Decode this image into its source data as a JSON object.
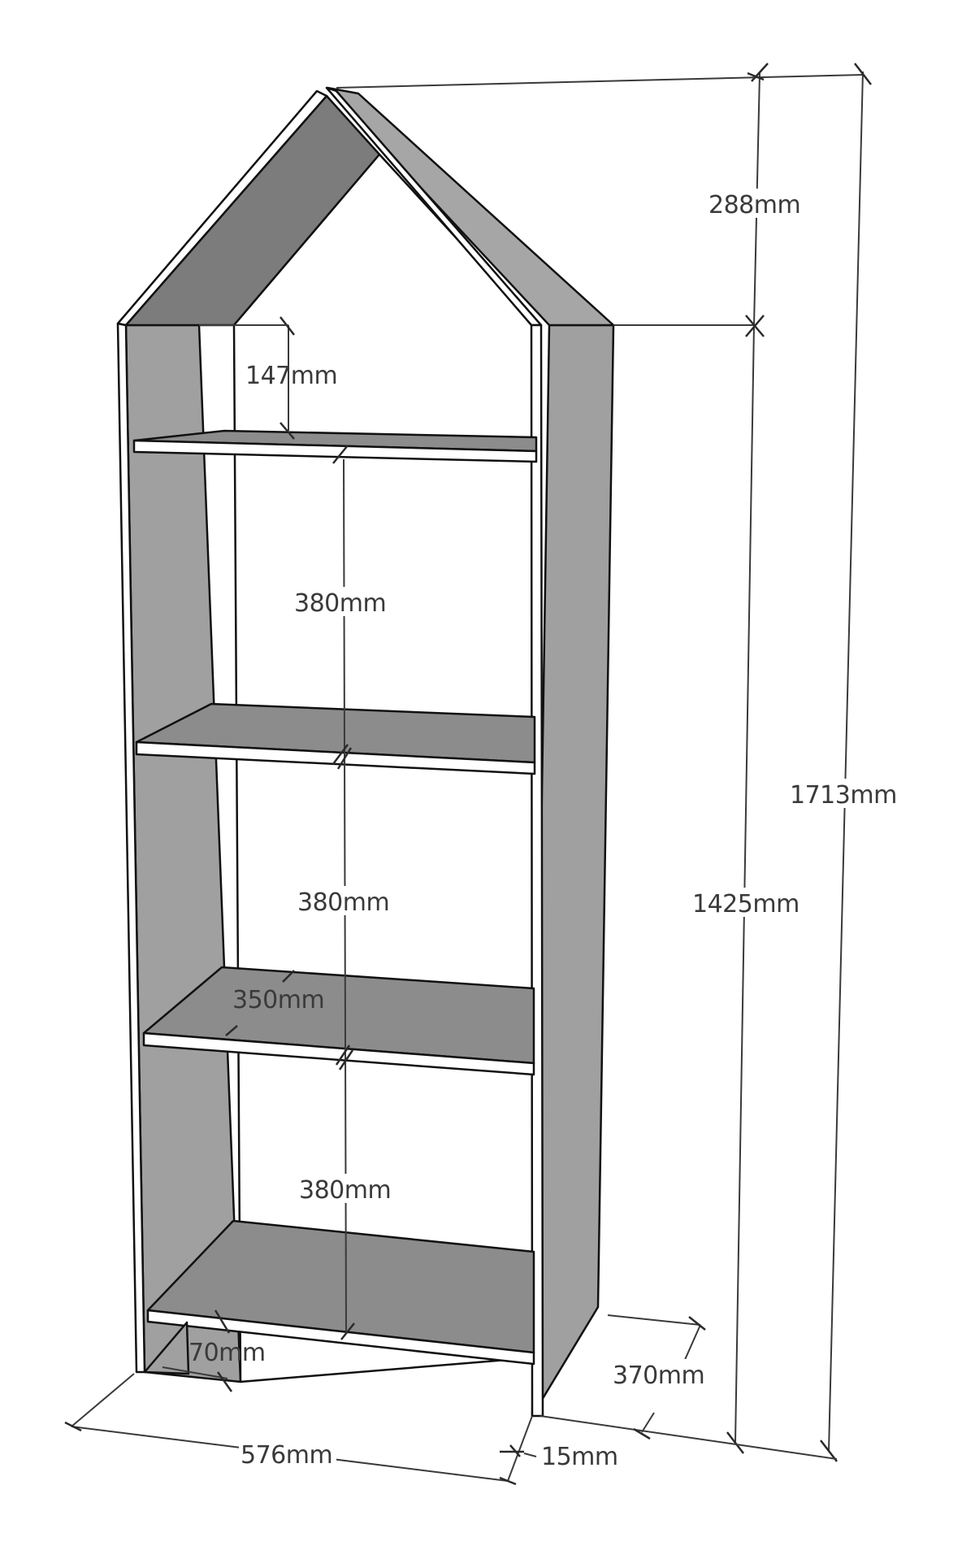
{
  "diagram": {
    "subject": "House-shaped bookshelf with four shelves",
    "colors": {
      "background": "#ffffff",
      "side_panel": "#a0a0a0",
      "roof_inner": "#7c7c7c",
      "roof_outer": "#a6a6a6",
      "shelf_top": "#8c8c8c",
      "edge_face": "#ffffff",
      "outline": "#111111",
      "dimension_line": "#3a3a3a"
    },
    "dimensions": {
      "roof_height": "288mm",
      "total_height": "1713mm",
      "body_height": "1425mm",
      "top_gap": "147mm",
      "shelf_gap_1": "380mm",
      "shelf_gap_2": "380mm",
      "shelf_gap_3": "380mm",
      "shelf_depth": "350mm",
      "base_recess": "70mm",
      "width": "576mm",
      "panel_thickness": "15mm",
      "depth": "370mm"
    }
  }
}
